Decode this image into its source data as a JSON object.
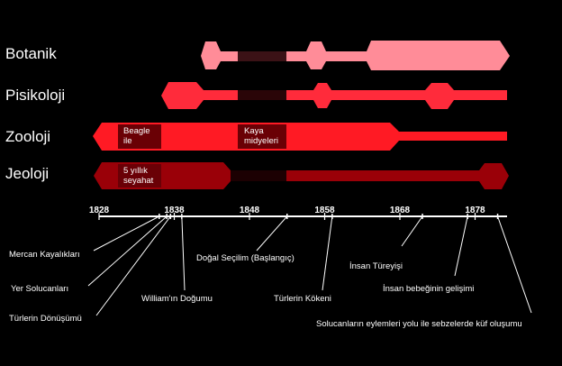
{
  "categories": [
    "Botanik",
    "Pisikoloji",
    "Zooloji",
    "Jeoloji"
  ],
  "colors": {
    "botanik": "#ff8c98",
    "botanik_dark": "#3b1216",
    "pisikoloji": "#ff2b3b",
    "pisikoloji_dark": "#2a0508",
    "zooloji": "#ff1a24",
    "zooloji_dark": "#6a0005",
    "jeoloji": "#9a0008",
    "jeoloji_dark": "#1c0002",
    "axis": "#ffffff",
    "background": "#000000"
  },
  "bar_labels": {
    "beagle": [
      "Beagle",
      "ile"
    ],
    "kaya": [
      "Kaya",
      "midyeleri"
    ],
    "seyahat": [
      "5 yıllık",
      "seyahat"
    ]
  },
  "years": [
    "1828",
    "1838",
    "1848",
    "1858",
    "1868",
    "1878"
  ],
  "events": [
    {
      "label": "Mercan Kayalıkları",
      "year": 1836
    },
    {
      "label": "Yer Solucanları",
      "year": 1837
    },
    {
      "label": "Türlerin Dönüşümü",
      "year": 1837.5
    },
    {
      "label": "William'ın Doğumu",
      "year": 1839
    },
    {
      "label": "Doğal Seçilim (Başlangıç)",
      "year": 1853
    },
    {
      "label": "Türlerin Kökeni",
      "year": 1859
    },
    {
      "label": "İnsan Türeyişi",
      "year": 1871
    },
    {
      "label": "İnsan bebeğinin gelişimi",
      "year": 1877
    },
    {
      "label": "Solucanların eylemleri yolu ile sebzelerde küf oluşumu",
      "year": 1881
    }
  ]
}
